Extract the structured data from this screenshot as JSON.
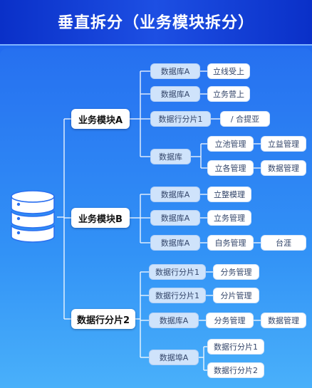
{
  "title": "垂直拆分（业务模块拆分）",
  "icons": {
    "database": "database-icon"
  },
  "colors": {
    "header": "#0a30c8",
    "panel": "#2670f0",
    "box": "#ffffff",
    "sub_box": "#cfe3fb"
  },
  "modules": [
    {
      "label": "业务模块A",
      "subs": [
        {
          "label": "数据库A",
          "leaves": [
            "立线受上"
          ]
        },
        {
          "label": "数据库A",
          "leaves": [
            "立务营上"
          ]
        },
        {
          "label": "数据行分片1",
          "leaves": [
            "/ 合提亚"
          ]
        },
        {
          "label": "数据库",
          "leaves": [
            "立池管理",
            "立益管理",
            "立各管理",
            "数据管理"
          ]
        }
      ]
    },
    {
      "label": "业务模块B",
      "subs": [
        {
          "label": "数据库A",
          "leaves": [
            "立整模理"
          ]
        },
        {
          "label": "数据库A",
          "leaves": [
            "立务管理"
          ]
        },
        {
          "label": "数据库A",
          "leaves": [
            "自务管理",
            "台涯"
          ]
        }
      ]
    },
    {
      "label": "数据行分片2",
      "subs": [
        {
          "label": "数据行分片1",
          "leaves": [
            "分务管理"
          ]
        },
        {
          "label": "数据行分片1",
          "leaves": [
            "分片管理"
          ]
        },
        {
          "label": "数据库A",
          "leaves": [
            "分务管理",
            "数据管理"
          ]
        },
        {
          "label": "数据埠A",
          "leaves": [
            "数据行分片1",
            "数据行分片2"
          ]
        }
      ]
    }
  ]
}
